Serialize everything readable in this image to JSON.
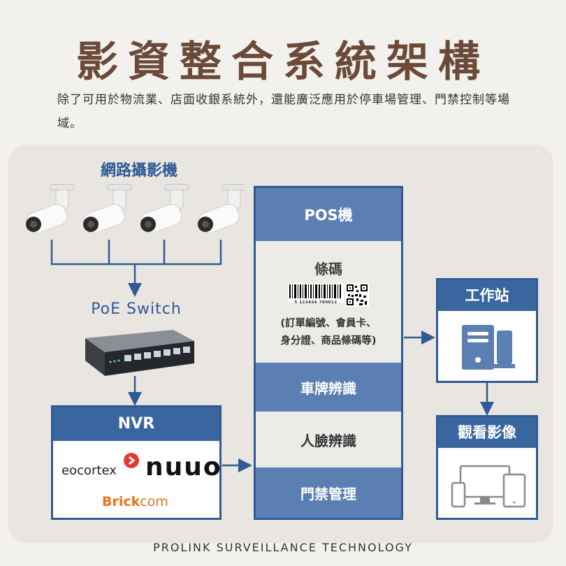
{
  "title": "影資整合系統架構",
  "intro": "除了可用於物流業、店面收銀系統外，還能廣泛應用於停車場管理、門禁控制等場域。",
  "camera_section": "網路攝影機",
  "poe_switch": "PoE Switch",
  "nvr": {
    "label": "NVR",
    "brands": {
      "eocortex": "eocortex",
      "nuuo": "nuuo",
      "brick": "Brick",
      "brick_com": "com"
    }
  },
  "pos": {
    "header": "POS機",
    "barcode_label": "條碼",
    "barcode_digits": "5 123456 789012",
    "barcode_desc_line1": "(訂單編號、會員卡、",
    "barcode_desc_line2": "身分證、商品條碼等)",
    "plate": "車牌辨識",
    "face": "人臉辨識",
    "access": "門禁管理"
  },
  "workstation": "工作站",
  "viewing": "觀看影像",
  "footer": "PROLINK SURVEILLANCE TECHNOLOGY",
  "colors": {
    "brown": "#6b4a38",
    "blue": "#2f5a93",
    "light_blue": "#5b7fb2",
    "brick_orange": "#e8731c",
    "eocortex_red": "#e53935"
  }
}
